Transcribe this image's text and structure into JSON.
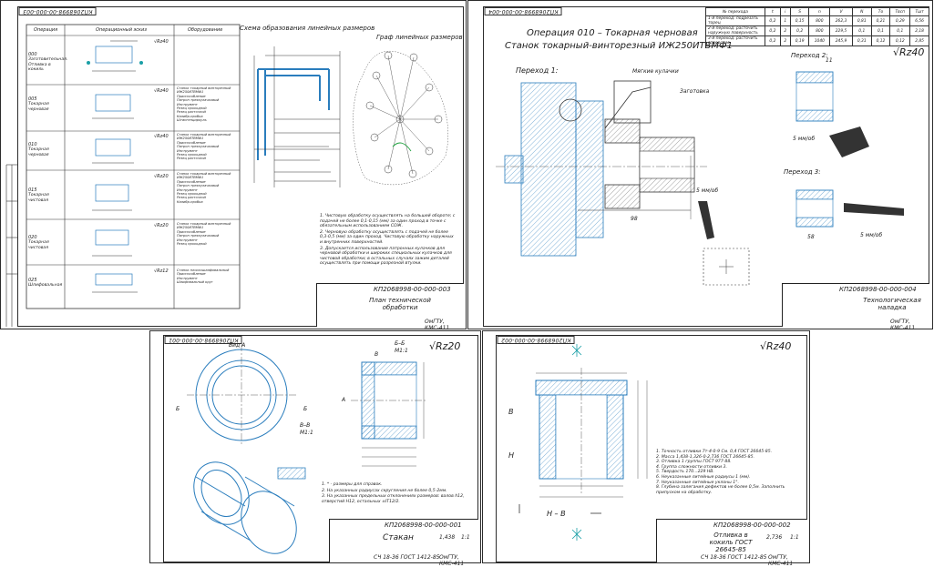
{
  "sheet1": {
    "stamp": "КП2068998-00-000-003",
    "table_headers": [
      "Операция",
      "Операционный эскиз",
      "Оборудование"
    ],
    "operations": [
      {
        "code": "000",
        "name": "Заготовительная. Отливка в кокиль",
        "roughness": "√Rz40",
        "eq": []
      },
      {
        "code": "005",
        "name": "Токарная черновая",
        "roughness": "√Rz40",
        "eq": [
          "Станок токарный винторезный",
          "ИЖ250ИТВМФ1",
          "Приспособление",
          "Патрон трехкулачковый",
          "Инструмент",
          "Резец проходной",
          "Резец расточной",
          "Калибр-пробка",
          "Штангенциркуль"
        ]
      },
      {
        "code": "010",
        "name": "Токарная черновая",
        "roughness": "√Rz40",
        "eq": [
          "Станок токарный винторезный",
          "ИЖ250ИТВМФ1",
          "Приспособление",
          "Патрон трехкулачковый",
          "Инструмент",
          "Резец проходной",
          "Резец расточной"
        ]
      },
      {
        "code": "015",
        "name": "Токарная чистовая",
        "roughness": "√Rz20",
        "eq": [
          "Станок токарный винторезный",
          "ИЖ250ИТВМФ1",
          "Приспособление",
          "Патрон трехкулачковый",
          "Инструмент",
          "Резец проходной",
          "Резец расточной",
          "Калибр-пробка"
        ]
      },
      {
        "code": "020",
        "name": "Токарная чистовая",
        "roughness": "√Rz20",
        "eq": [
          "Станок токарный винторезный",
          "ИЖ250ИТВМФ1",
          "Приспособление",
          "Патрон трехкулачковый",
          "Инструмент",
          "Резец проходной"
        ]
      },
      {
        "code": "025",
        "name": "Шлифовальная",
        "roughness": "√Rz12",
        "eq": [
          "Станок плоскошлифовальный",
          "Приспособление",
          "Инструмент",
          "Шлифовальный круг"
        ]
      }
    ],
    "scheme_title": "Схема образования линейных размеров",
    "graph_title": "Граф линейных размеров",
    "notes": [
      "1. Чистовую обработку осуществлять на большей обороте; с подачей не более 0,1-0,15 (мм) за один проход в точке с обязательным использованием СОЖ.",
      "2. Черновую обработку осуществлять с подачей не более 0,3-0,5 (мм) за один проход. Чистовую обработку наружных и внутренних поверхностей.",
      "3. Допускается использование патронных кулачков для черновой обработки и широких специальных кулачков для чистовой обработки; в остальных случаях зажим деталей осуществлять при помощи разрезной втулки."
    ],
    "tb_code": "КП2068998-00-000-003",
    "tb_title": "План технической обработки",
    "tb_org": "ОмГТУ, КМС-411"
  },
  "sheet2": {
    "stamp": "КП2068998-00-000-004",
    "title1": "Операция 010 – Токарная черновая",
    "title2": "Станок токарный-винторезный ИЖ250ИТВМФ1",
    "roughness": "√Rz40",
    "mode_headers": [
      "№ перехода",
      "t",
      "i",
      "S",
      "n",
      "V",
      "N",
      "Tо",
      "Tвсп",
      "Tшт"
    ],
    "mode_rows": [
      [
        "1-й переход: подрезать торец",
        "0,2",
        "1",
        "0,15",
        "800",
        "262,3",
        "0,81",
        "0,21",
        "0,29",
        "6,56"
      ],
      [
        "2-й переход: расточить наружную поверхность",
        "0,2",
        "2",
        "0,2",
        "800",
        "229,5",
        "0,1",
        "0,1",
        "0,1",
        "2,18"
      ],
      [
        "3-й переход: расточить отверстие",
        "0,2",
        "2",
        "0,19",
        "1040",
        "245,9",
        "0,31",
        "0,12",
        "0,12",
        "2,85"
      ]
    ],
    "perehod1": "Переход 1:",
    "perehod2": "Переход 2:",
    "perehod3": "Переход 3:",
    "label_kulachki": "Мягкие кулачки",
    "label_zagotovka": "Заготовка",
    "feed": "5 мм/об",
    "dim_98": "98",
    "dim_11": "11",
    "dim_58": "58",
    "tb_code": "КП2068998-00-000-004",
    "tb_title": "Технологическая наладка",
    "tb_org": "ОмГТУ, КМС-411"
  },
  "sheet3": {
    "stamp": "КП2068998-00-000-001",
    "roughness": "√Rz20",
    "view_a": "Вид А",
    "section_bb": "Б–Б",
    "scale_bb": "М1:1",
    "section_vv": "В–В",
    "scale_vv": "М1:1",
    "dim_label_b": "Б",
    "dim_label_v": "В",
    "dim_label_a": "А",
    "notes": [
      "1. * - размеры для справок.",
      "2. На указанных радиусах скругления не более 0,5-2мм.",
      "3. На указанных предельных отклонениях размеров: валов h12, отверстий H12, остальных ±IT12/2."
    ],
    "tb_code": "КП2068998-00-000-001",
    "tb_title": "Стакан",
    "tb_mass": "1,438",
    "tb_scale": "1:1",
    "tb_material": "СЧ 18-36 ГОСТ 1412-85",
    "tb_org": "ОмГТУ, КМС-411"
  },
  "sheet4": {
    "stamp": "КП2068998-00-000-002",
    "roughness": "√Rz40",
    "section_label_top": "В",
    "section_label_bottom": "Н",
    "section_arrow": "Н – В",
    "notes": [
      "1. Точность отливки 7т-4-0-9 См. 0,4 ГОСТ 26645-85.",
      "2. Масса 1,438-1,326-0-2,736 ГОСТ 26645-85.",
      "3. Отливка 1 группы ГОСТ 977-88.",
      "4. Группа сложности отливки 3.",
      "5. Твердость 170...229 НВ.",
      "6. Неуказанные литейные радиусы 1 (мм).",
      "7. Неуказанные литейные уклоны 1°.",
      "8. Глубина залегания дефектов не более 0,5м. Заполнить припуском на обработку."
    ],
    "tb_code": "КП2068998-00-000-002",
    "tb_title": "Отливка в кокиль ГОСТ 26645-85",
    "tb_scale": "1:1",
    "tb_mass": "2,736",
    "tb_material": "СЧ 18-36 ГОСТ 1412-85",
    "tb_org": "ОмГТУ, КМС-411"
  }
}
